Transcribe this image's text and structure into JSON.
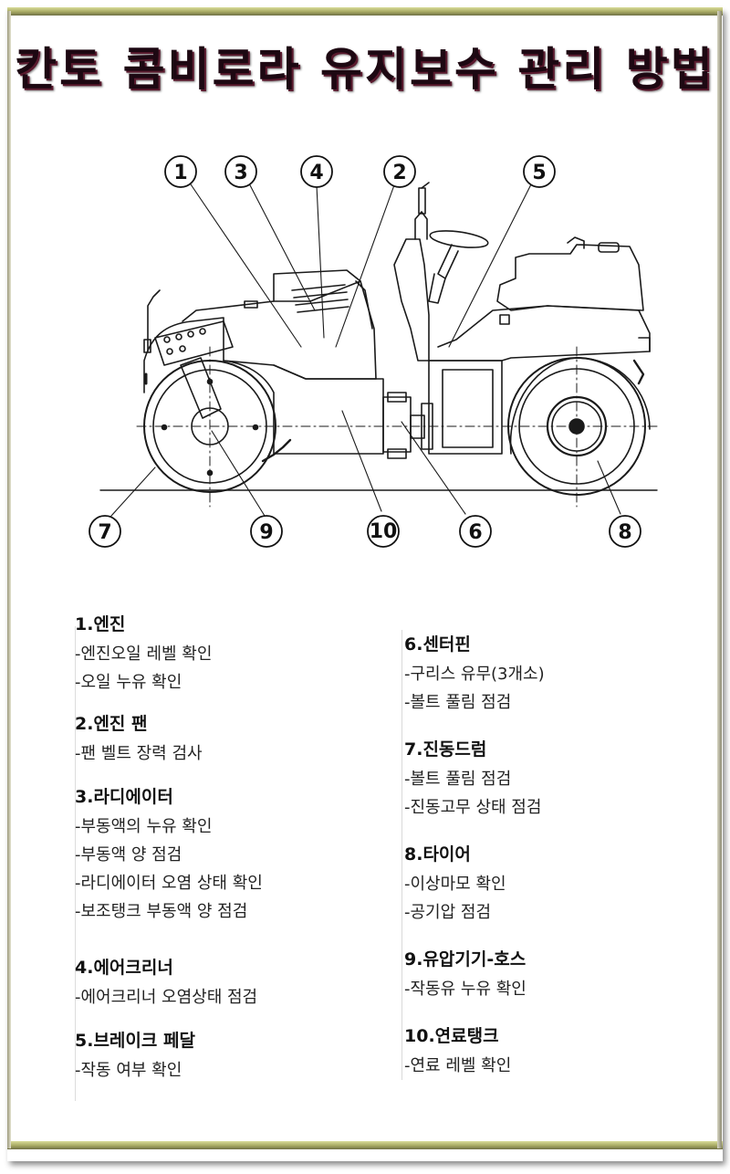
{
  "title": "칸토 콤비로라 유지보수 관리 방법",
  "callouts": [
    "1",
    "3",
    "4",
    "2",
    "5",
    "7",
    "9",
    "10",
    "6",
    "8"
  ],
  "left_sections": [
    {
      "title": "1.엔진",
      "items": [
        "-엔진오일 레벨 확인",
        "-오일 누유 확인"
      ]
    },
    {
      "title": "2.엔진 팬",
      "items": [
        "-팬 벨트 장력 검사"
      ]
    },
    {
      "title": "3.라디에이터",
      "items": [
        "-부동액의 누유 확인",
        "-부동액 양 점검",
        "-라디에이터 오염 상태 확인",
        "-보조탱크 부동액 양 점검"
      ]
    },
    {
      "title": "4.에어크리너",
      "items": [
        "-에어크리너 오염상태 점검"
      ]
    },
    {
      "title": "5.브레이크 페달",
      "items": [
        "-작동 여부 확인"
      ]
    }
  ],
  "right_sections": [
    {
      "title": "6.센터핀",
      "items": [
        "-구리스 유무(3개소)",
        "-볼트 풀림 점검"
      ]
    },
    {
      "title": "7.진동드럼",
      "items": [
        "-볼트 풀림 점검",
        "-진동고무 상태 점검"
      ]
    },
    {
      "title": "8.타이어",
      "items": [
        "-이상마모 확인",
        "-공기압 점검"
      ]
    },
    {
      "title": "9.유압기기-호스",
      "items": [
        "-작동유 누유 확인"
      ]
    },
    {
      "title": "10.연료탱크",
      "items": [
        "-연료 레벨 확인"
      ]
    }
  ]
}
